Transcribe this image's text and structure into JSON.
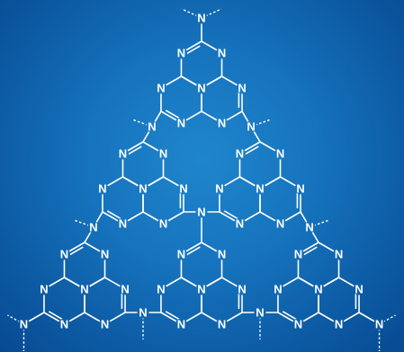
{
  "atom_symbol": "N",
  "colors": {
    "background_center": "#1f86cc",
    "background_edge": "#074a91",
    "bond": "#ffffff",
    "label": "#ffffff"
  },
  "structure": {
    "repeat_unit": "heptazine",
    "arrangement": "sierpinski-triangle",
    "levels": 3,
    "heptazine_units": 6,
    "bridging_amine_nitrogens": 10,
    "open_ends": "dashed bonds"
  }
}
